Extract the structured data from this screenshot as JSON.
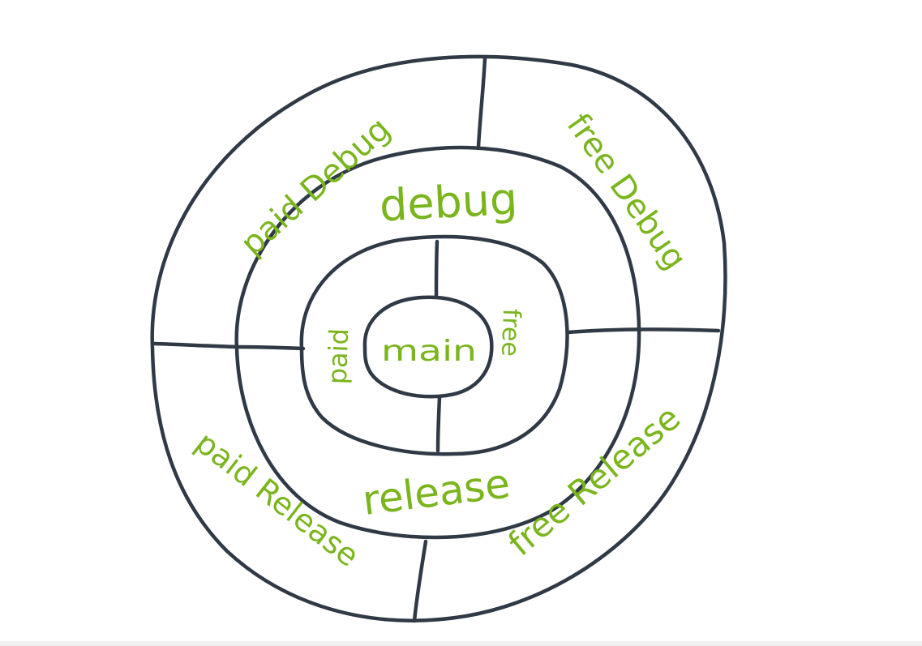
{
  "colors": {
    "ink": "#2f3a46",
    "label": "#7ab51d",
    "background": "#ffffff"
  },
  "layers": {
    "core": {
      "label": "main"
    },
    "flavors": {
      "left": "paid",
      "right": "free"
    },
    "build_types": {
      "top": "debug",
      "bottom": "release"
    },
    "variants": {
      "top_left": "paid Debug",
      "top_right": "free Debug",
      "bottom_left": "paid Release",
      "bottom_right": "free Release"
    }
  }
}
